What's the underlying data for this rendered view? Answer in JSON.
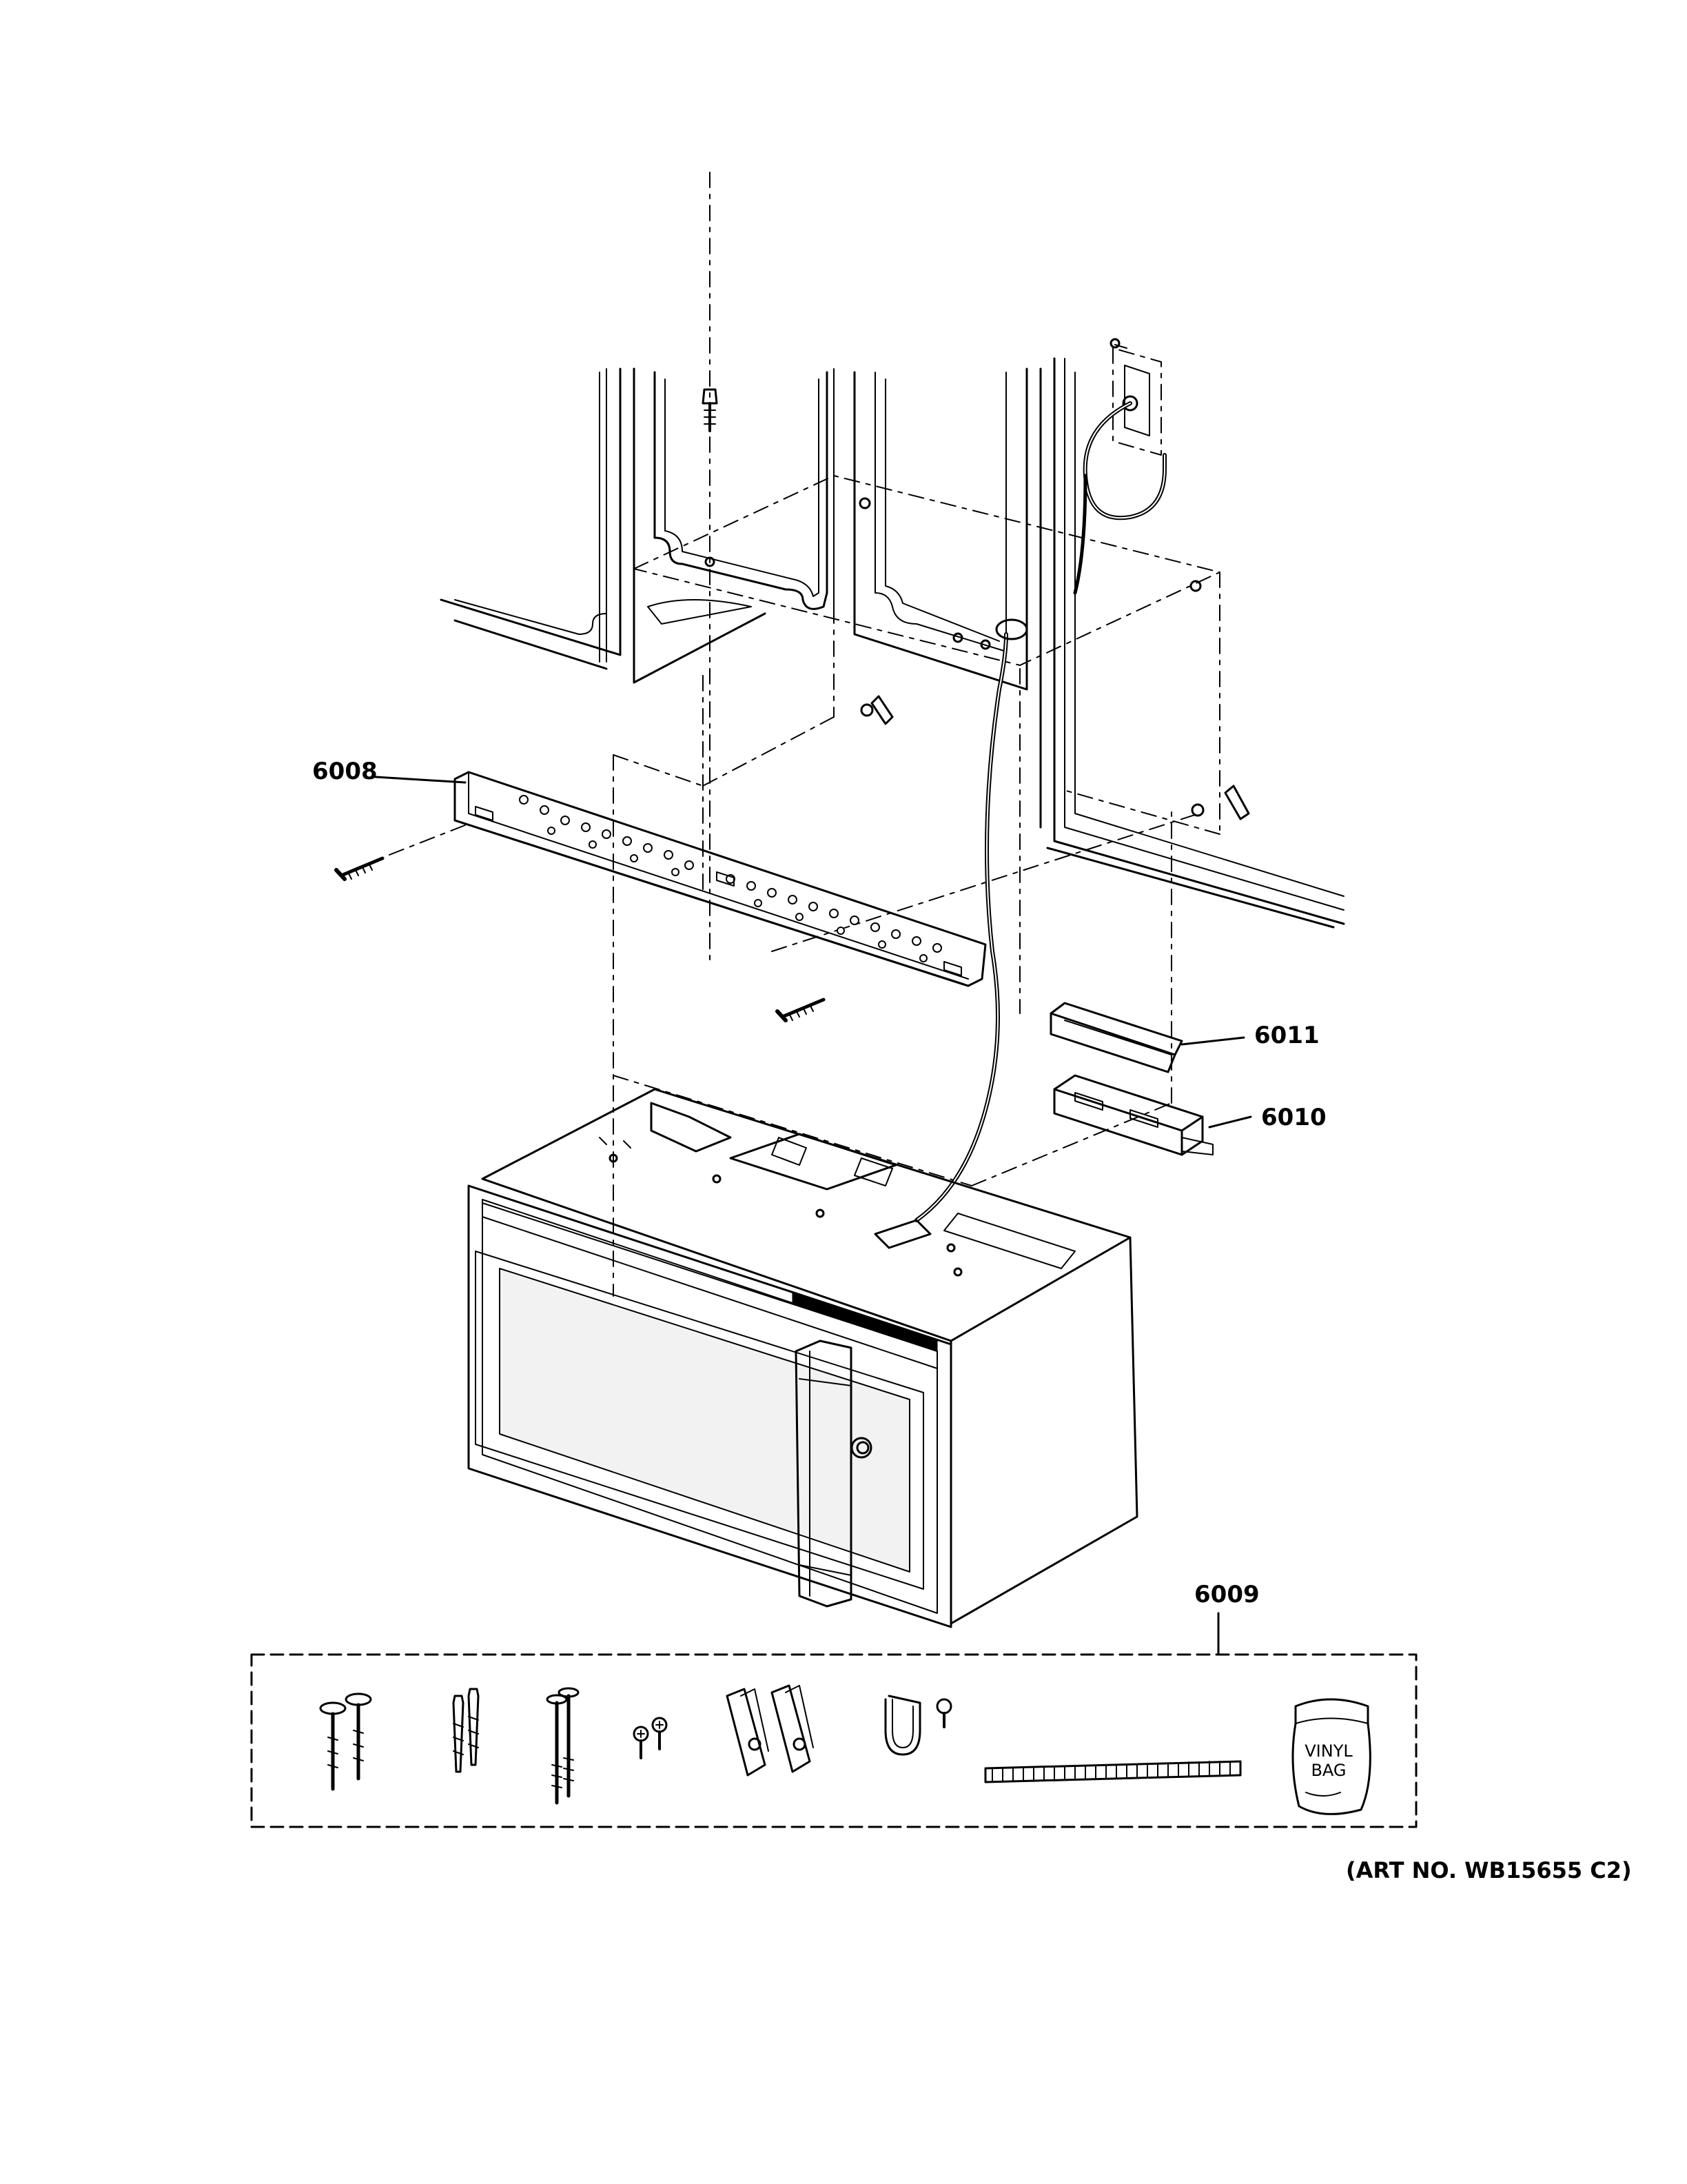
{
  "callouts": {
    "p6008": "6008",
    "p6011": "6011",
    "p6010": "6010",
    "p6009": "6009"
  },
  "kit_bag_label": {
    "line1": "VINYL",
    "line2": "BAG"
  },
  "art_number": "(ART NO. WB15655 C2)",
  "colors": {
    "ink": "#000000",
    "paper": "#ffffff",
    "glass": "#f2f2f2"
  }
}
